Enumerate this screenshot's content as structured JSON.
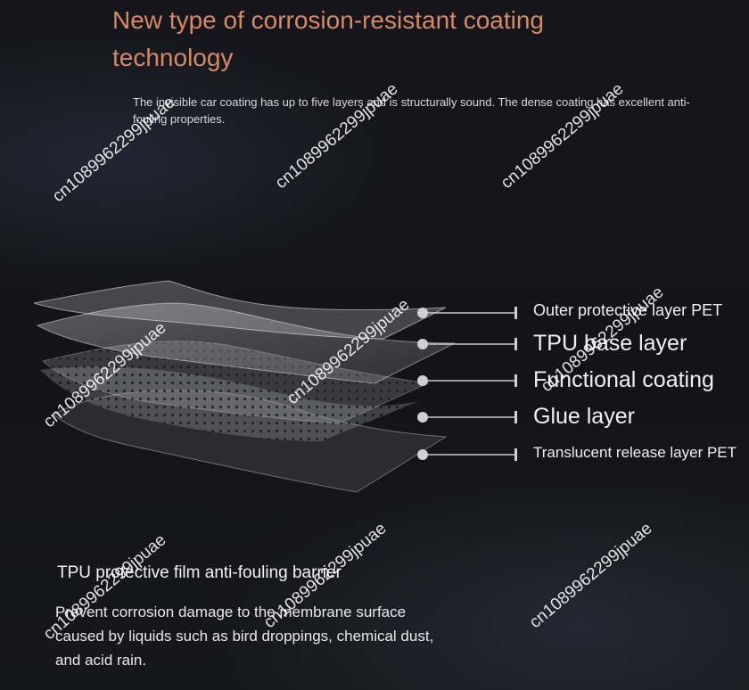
{
  "title": "New type of corrosion-resistant coating technology",
  "intro": "The invisible car coating has up to five layers and is structurally sound. The dense coating has excellent anti-fouling properties.",
  "layers": [
    "Outer protective layer PET",
    "TPU base layer",
    "Functional coating",
    "Glue layer",
    "Translucent release layer PET"
  ],
  "callout": {
    "title": "TPU protective film anti-fouling barrier",
    "body": "Prevent corrosion damage to the membrane surface caused by liquids such as bird droppings, chemical dust, and acid rain."
  },
  "watermark": "cn1089962299jpuae",
  "colors": {
    "background": "#131318",
    "title": "#d58a66",
    "text": "#f0f0f3"
  }
}
